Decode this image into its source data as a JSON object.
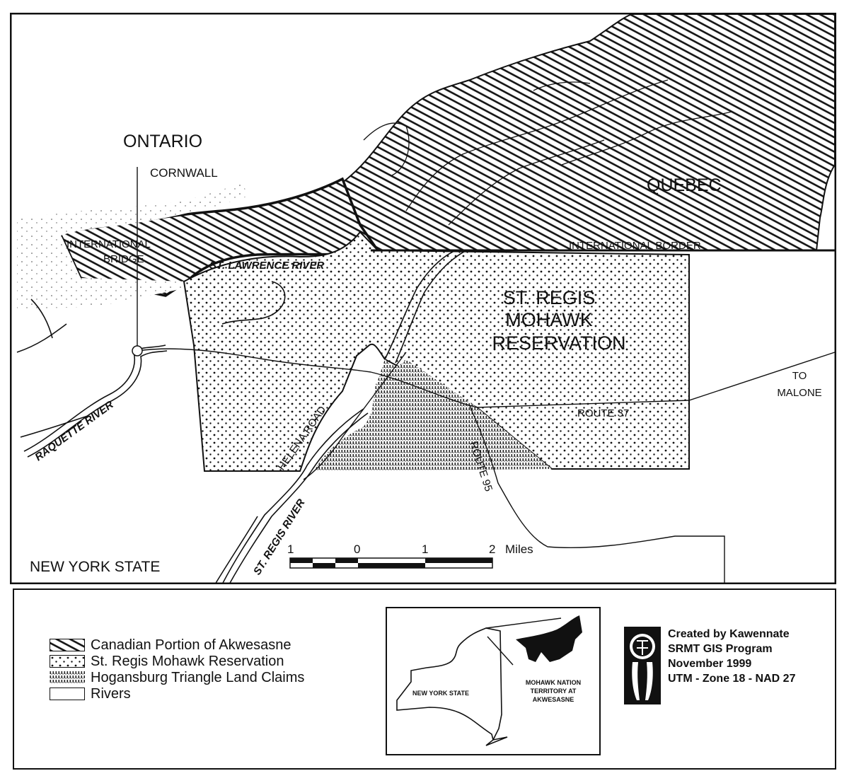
{
  "map": {
    "labels": {
      "ontario": "ONTARIO",
      "cornwall": "CORNWALL",
      "quebec": "QUEBEC",
      "international_bridge_line1": "INTERNATIONAL",
      "international_bridge_line2": "BRIDGE",
      "st_lawrence_river": "ST. LAWRENCE RIVER",
      "international_border": "INTERNATIONAL BORDER",
      "reservation_line1": "ST. REGIS",
      "reservation_line2": "MOHAWK",
      "reservation_line3": "RESERVATION",
      "to_malone_line1": "TO",
      "to_malone_line2": "MALONE",
      "route_37": "ROUTE 37",
      "route_95": "ROUTE 95",
      "helena_road": "HELENA ROAD",
      "raquette_river": "RAQUETTE RIVER",
      "st_regis_river": "ST. REGIS RIVER",
      "new_york_state": "NEW YORK STATE"
    },
    "scale_bar": {
      "ticks": [
        "1",
        "0",
        "1",
        "2"
      ],
      "unit": "Miles"
    }
  },
  "legend": {
    "items": [
      {
        "label": "Canadian Portion of Akwesasne",
        "pattern": "diagonal-hatch"
      },
      {
        "label": "St. Regis Mohawk Reservation",
        "pattern": "dots"
      },
      {
        "label": "Hogansburg Triangle Land Claims",
        "pattern": "vertical-stipple"
      },
      {
        "label": "Rivers",
        "pattern": "blank"
      }
    ],
    "inset": {
      "state_label": "NEW YORK STATE",
      "territory_line1": "MOHAWK NATION",
      "territory_line2": "TERRITORY AT",
      "territory_line3": "AKWESASNE"
    },
    "credits": {
      "line1": "Created by Kawennate",
      "line2": "SRMT GIS Program",
      "line3": "November 1999",
      "line4": "UTM - Zone 18 - NAD 27"
    }
  },
  "colors": {
    "ink": "#111111",
    "paper": "#ffffff"
  }
}
